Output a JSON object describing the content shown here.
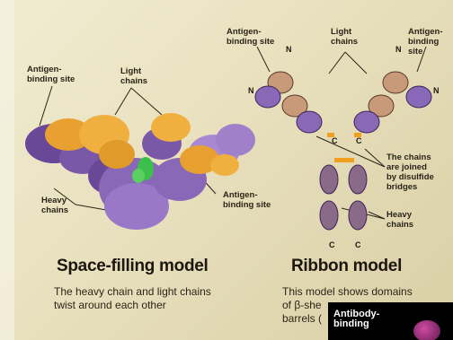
{
  "space_filling": {
    "antigen_site_label": "Antigen-\nbinding site",
    "light_chains_label": "Light\nchains",
    "heavy_chains_label": "Heavy\nchains",
    "antigen_site_label_2": "Antigen-\nbinding site",
    "title": "Space-filling model",
    "description": "The heavy chain and light chains\ntwist around each other"
  },
  "ribbon": {
    "antigen_site_left": "Antigen-\nbinding site",
    "light_chains_label": "Light\nchains",
    "antigen_site_right": "Antigen-\nbinding site",
    "disulfide_label": "The chains\nare joined\nby disulfide\nbridges",
    "heavy_chains_label": "Heavy\nchains",
    "n_terminus": "N",
    "c_terminus": "C",
    "title": "Ribbon model",
    "description_line1": "This model shows domains",
    "description_line2": "of β-she",
    "description_line3": "barrels ("
  },
  "inset": {
    "label": "Antibody-\nbinding"
  },
  "colors": {
    "heavy_chain": "#7a58a8",
    "light_chain": "#e8a030",
    "antigen_highlight": "#3cbf4a",
    "disulfide": "#f0a020"
  }
}
